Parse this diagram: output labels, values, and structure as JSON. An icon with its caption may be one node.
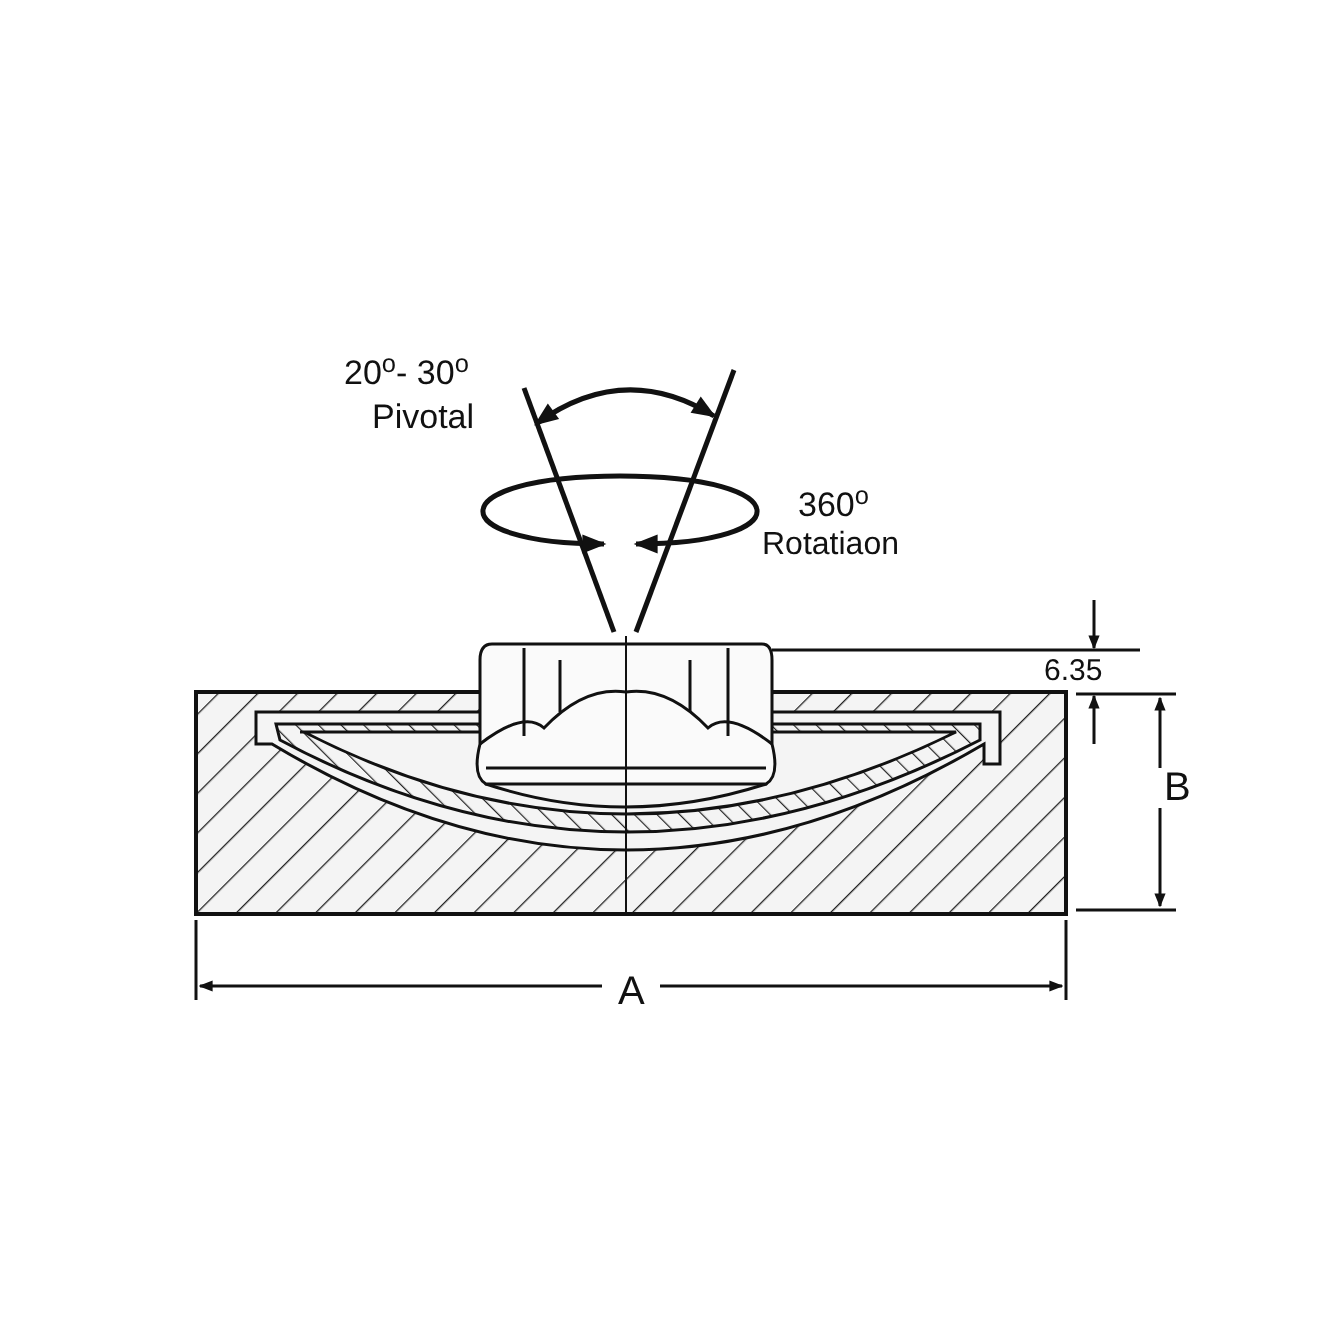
{
  "diagram": {
    "labels": [
      "20$^{o}$- 30$^{o}$",
      "Pivotal",
      "360$^{o}$",
      "Rotatiaon",
      "6.35",
      "B",
      "A"
    ]
  }
}
